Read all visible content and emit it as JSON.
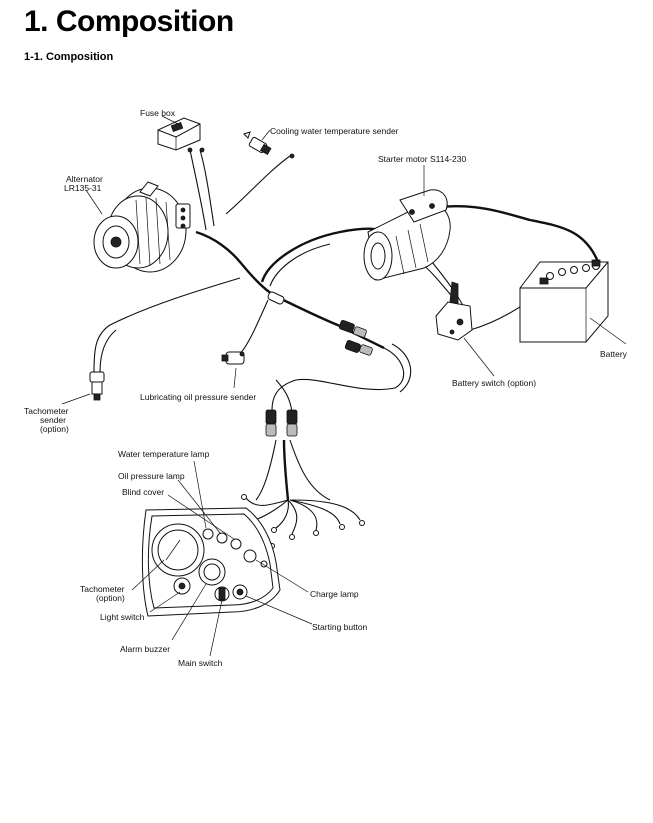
{
  "page": {
    "title": "1. Composition",
    "subtitle": "1-1. Composition"
  },
  "labels": {
    "fuse_box": "Fuse box",
    "cooling_sender": "Cooling water temperature sender",
    "starter_motor": "Starter motor  S114-230",
    "alternator_line1": "Alternator",
    "alternator_line2": "LR135-31",
    "battery": "Battery",
    "battery_switch": "Battery switch  (option)",
    "lube_sender": "Lubricating oil pressure sender",
    "tacho_sender_line1": "Tachometer",
    "tacho_sender_line2": "sender",
    "tacho_sender_line3": "(option)",
    "water_lamp": "Water temperature lamp",
    "oil_lamp": "Oil pressure lamp",
    "blind_cover": "Blind cover",
    "tacho_line1": "Tachometer",
    "tacho_line2": "(option)",
    "light_switch": "Light switch",
    "alarm_buzzer": "Alarm buzzer",
    "main_switch": "Main switch",
    "charge_lamp": "Charge lamp",
    "starting_button": "Starting button"
  }
}
